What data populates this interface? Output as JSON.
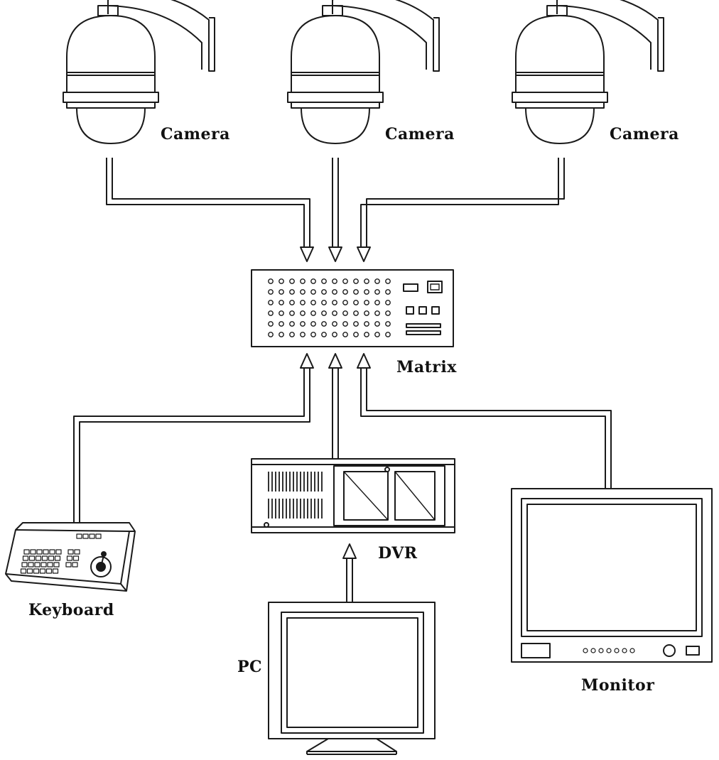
{
  "colors": {
    "line": "#1a1a1a",
    "background": "#ffffff"
  },
  "nodes": {
    "camera_1": {
      "label": "Camera",
      "icon": "ptz-dome-camera-icon"
    },
    "camera_2": {
      "label": "Camera",
      "icon": "ptz-dome-camera-icon"
    },
    "camera_3": {
      "label": "Camera",
      "icon": "ptz-dome-camera-icon"
    },
    "matrix": {
      "label": "Matrix",
      "icon": "video-matrix-switcher-icon"
    },
    "keyboard": {
      "label": "Keyboard",
      "icon": "control-keyboard-icon"
    },
    "dvr": {
      "label": "DVR",
      "icon": "dvr-recorder-icon"
    },
    "pc": {
      "label": "PC",
      "icon": "pc-monitor-icon"
    },
    "monitor": {
      "label": "Monitor",
      "icon": "crt-monitor-icon"
    }
  },
  "connections": [
    {
      "from": "Camera",
      "to": "Matrix"
    },
    {
      "from": "Camera",
      "to": "Matrix"
    },
    {
      "from": "Camera",
      "to": "Matrix"
    },
    {
      "from": "Keyboard",
      "to": "Matrix"
    },
    {
      "from": "DVR",
      "to": "Matrix"
    },
    {
      "from": "Monitor",
      "to": "Matrix"
    },
    {
      "from": "PC",
      "to": "DVR"
    }
  ]
}
